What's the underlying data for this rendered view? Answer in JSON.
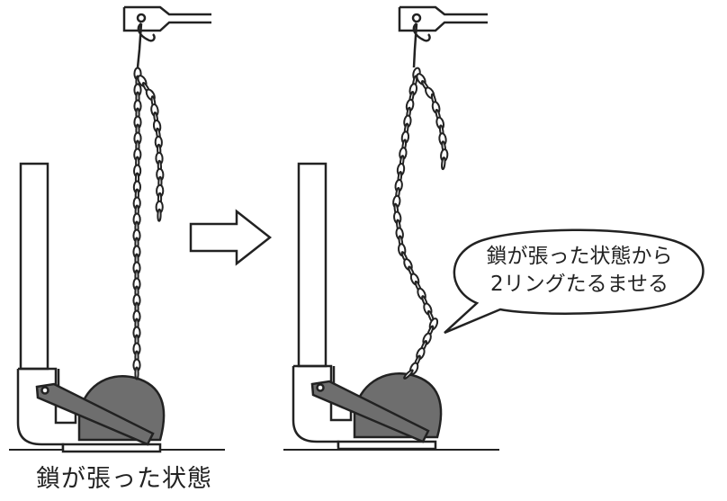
{
  "figure": {
    "caption": "鎖が張った状態",
    "callout_line1": "鎖が張った状態から",
    "callout_line2": "2リングたるませる",
    "colors": {
      "line": "#222222",
      "flapper": "#6e6e6e",
      "background": "#ffffff"
    }
  }
}
